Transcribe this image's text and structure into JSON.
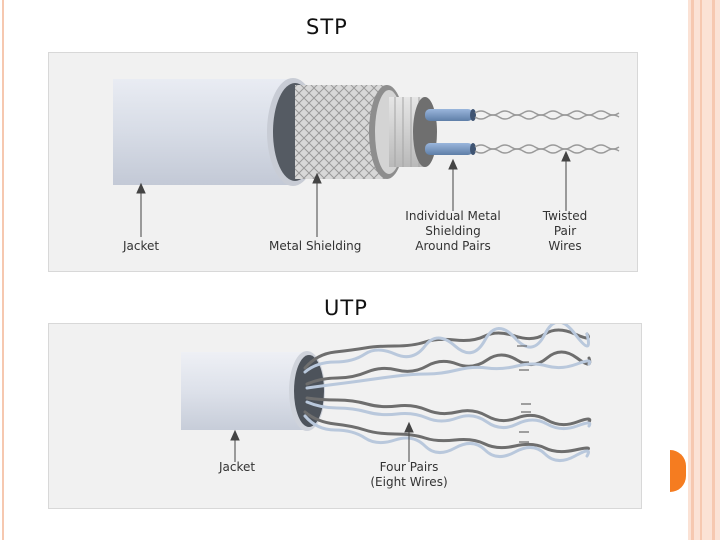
{
  "slide": {
    "stp_title": "STP",
    "utp_title": "UTP"
  },
  "stp": {
    "labels": {
      "jacket": "Jacket",
      "metal_shielding": "Metal Shielding",
      "individual_shielding": [
        "Individual Metal",
        "Shielding",
        "Around Pairs"
      ],
      "twisted_pair": [
        "Twisted",
        "Pair",
        "Wires"
      ]
    }
  },
  "utp": {
    "labels": {
      "jacket": "Jacket",
      "four_pairs": [
        "Four Pairs",
        "(Eight Wires)"
      ]
    }
  },
  "colors": {
    "accent_orange": "#f57c20",
    "border_peach": "#f6c8b0",
    "wire_blue": "#7f9fc8"
  }
}
